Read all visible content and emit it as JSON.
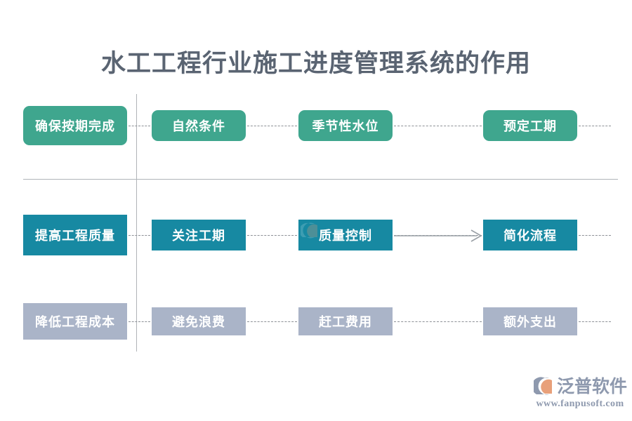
{
  "page": {
    "title": "水工工程行业施工进度管理系统的作用",
    "background": "#ffffff",
    "title_color": "#5a6472"
  },
  "colors": {
    "row1": "#3fa68e",
    "row2": "#1789a2",
    "row3": "#aab4c8",
    "rule": "#b0b4b8",
    "dash": "#8d9096",
    "logo": "#8e99ae",
    "logo_accent": "#e8a07a"
  },
  "rows": [
    {
      "key": "row1",
      "style": "rounded",
      "color": "#3fa68e",
      "boxes": [
        {
          "label": "确保按期完成"
        },
        {
          "label": "自然条件"
        },
        {
          "label": "季节性水位"
        },
        {
          "label": "预定工期"
        }
      ]
    },
    {
      "key": "row2",
      "style": "square",
      "color": "#1789a2",
      "boxes": [
        {
          "label": "提高工程质量"
        },
        {
          "label": "关注工期"
        },
        {
          "label": "质量控制"
        },
        {
          "label": "简化流程"
        }
      ]
    },
    {
      "key": "row3",
      "style": "square",
      "color": "#aab4c8",
      "boxes": [
        {
          "label": "降低工程成本"
        },
        {
          "label": "避免浪费"
        },
        {
          "label": "赶工费用"
        },
        {
          "label": "额外支出"
        }
      ]
    }
  ],
  "logo": {
    "name": "泛普软件",
    "url": "www.fanpusoft.com"
  }
}
